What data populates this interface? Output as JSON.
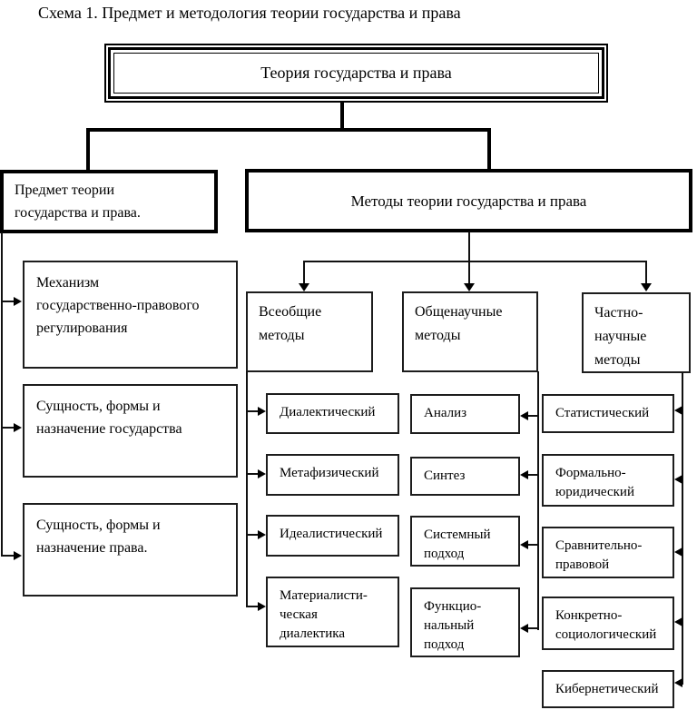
{
  "title": "Схема 1. Предмет и методология теории государства и права",
  "root": {
    "label": "Теория государства и права"
  },
  "subject": {
    "label": "Предмет теории\nгосударства и права.",
    "children": [
      {
        "label": "Механизм\nгосударственно-правового\nрегулирования"
      },
      {
        "label": "Сущность, формы и\nназначение государства"
      },
      {
        "label": "Сущность, формы и\nназначение права."
      }
    ]
  },
  "methods": {
    "label": "Методы теории государства и права",
    "groups": [
      {
        "label": "Всеобщие\nметоды",
        "children": [
          "Диалектический",
          "Метафизический",
          "Идеалистический",
          "Материалисти-\nческая\nдиалектика"
        ]
      },
      {
        "label": "Общенаучные\nметоды",
        "children": [
          "Анализ",
          "Синтез",
          "Системный\nподход",
          "Функцио-\nнальный\nподход"
        ]
      },
      {
        "label": "Частно-\nнаучные\nметоды",
        "children": [
          "Статистический",
          "Формально-\nюридический",
          "Сравнительно-\nправовой",
          "Конкретно-\nсоциологический",
          "Кибернетический"
        ]
      }
    ]
  },
  "colors": {
    "line": "#000000",
    "box_border": "#1d1d1d",
    "background": "#ffffff",
    "text": "#000000"
  }
}
